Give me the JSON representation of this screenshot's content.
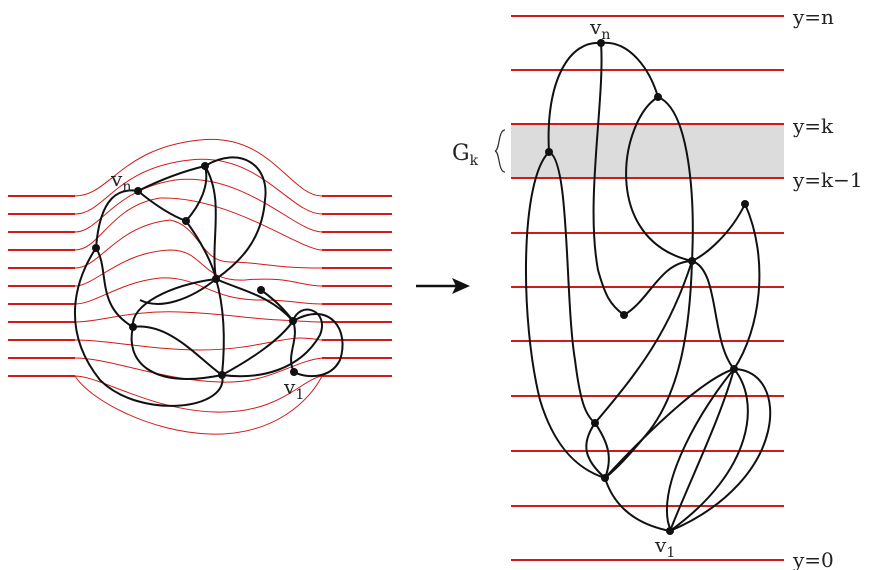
{
  "left_panel": {
    "label_top": "v",
    "label_top_sub": "n",
    "label_bottom": "v",
    "label_bottom_sub": "1"
  },
  "arrow": {
    "name": "transform-arrow"
  },
  "right_panel": {
    "top_vertex_label": "v",
    "top_vertex_sub": "n",
    "bottom_vertex_label": "v",
    "bottom_vertex_sub": "1",
    "band_label": "G",
    "band_label_sub": "k",
    "level_labels": {
      "top": "y=n",
      "k": "y=k",
      "k_minus_1": "y=k−1",
      "bottom": "y=0"
    }
  },
  "colors": {
    "red_lines": "#d11a1a",
    "edges": "#111111",
    "band_fill": "#dcdcdc"
  }
}
